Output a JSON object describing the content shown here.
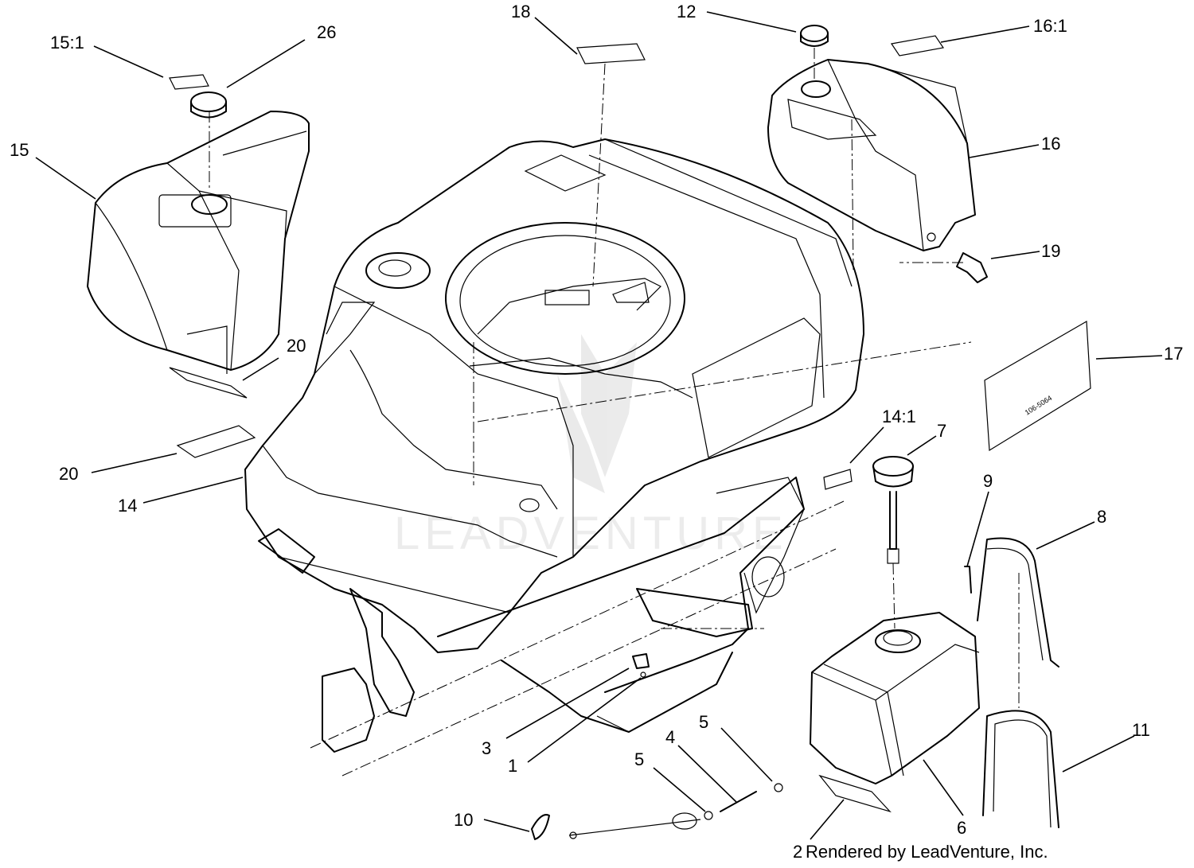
{
  "callouts": [
    {
      "id": "c-15-1",
      "text": "15:1"
    },
    {
      "id": "c-26",
      "text": "26"
    },
    {
      "id": "c-15",
      "text": "15"
    },
    {
      "id": "c-18",
      "text": "18"
    },
    {
      "id": "c-12",
      "text": "12"
    },
    {
      "id": "c-16-1",
      "text": "16:1"
    },
    {
      "id": "c-16",
      "text": "16"
    },
    {
      "id": "c-19",
      "text": "19"
    },
    {
      "id": "c-17",
      "text": "17"
    },
    {
      "id": "c-20a",
      "text": "20"
    },
    {
      "id": "c-20b",
      "text": "20"
    },
    {
      "id": "c-14",
      "text": "14"
    },
    {
      "id": "c-14-1",
      "text": "14:1"
    },
    {
      "id": "c-7",
      "text": "7"
    },
    {
      "id": "c-9",
      "text": "9"
    },
    {
      "id": "c-8",
      "text": "8"
    },
    {
      "id": "c-3",
      "text": "3"
    },
    {
      "id": "c-1",
      "text": "1"
    },
    {
      "id": "c-5a",
      "text": "5"
    },
    {
      "id": "c-4",
      "text": "4"
    },
    {
      "id": "c-5b",
      "text": "5"
    },
    {
      "id": "c-11",
      "text": "11"
    },
    {
      "id": "c-10",
      "text": "10"
    },
    {
      "id": "c-6",
      "text": "6"
    },
    {
      "id": "c-2",
      "text": "2"
    }
  ],
  "decal_text": "106-5064",
  "credit": "Rendered by LeadVenture, Inc.",
  "watermark": "LEADVENTURE",
  "colors": {
    "line": "#000000",
    "background": "#ffffff"
  }
}
